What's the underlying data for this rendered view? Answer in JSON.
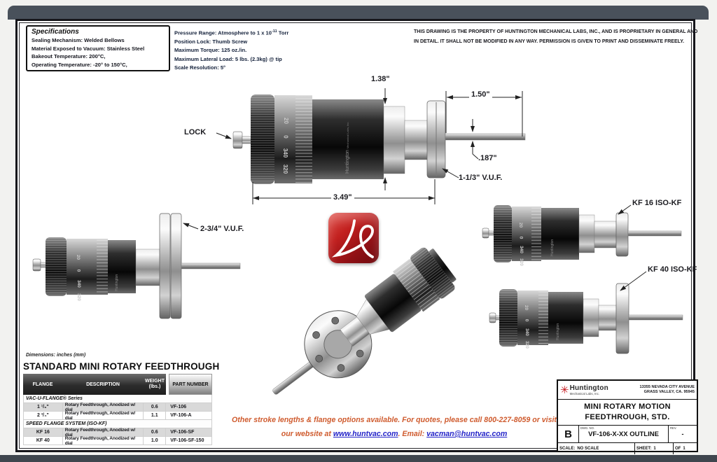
{
  "specs_box": {
    "title": "Specifications",
    "lines": [
      "Sealing Mechanism:  Welded Bellows",
      "Material Exposed to Vacuum:  Stainless Steel",
      "Bakeout Temperature:  200°C,",
      "Operating Temperature:  -20° to 150°C,"
    ]
  },
  "specs_mid": {
    "pressure_pre": "Pressure Range:  Atmosphere to 1 x 10",
    "pressure_sup": "-11",
    "pressure_post": " Torr",
    "lines": [
      "Position Lock:  Thumb Screw",
      "Maximum Torque:  125 oz./in.",
      "Maximum Lateral Load:  5 lbs. (2.3kg) @ tip",
      "Scale Resolution:  5°"
    ]
  },
  "notice": {
    "line1": "THIS DRAWING IS THE PROPERTY OF HUNTINGTON MECHANICAL LABS, INC., AND IS PROPRIETARY IN GENERAL AND",
    "line2": "IN DETAIL.  IT SHALL NOT BE MODIFIED IN ANY WAY.  PERMISSION IS GIVEN TO PRINT AND DISSEMINATE FREELY."
  },
  "annotations": {
    "lock": "LOCK",
    "dim_height": "1.38\"",
    "dim_stroke": "1.50\"",
    "dim_shaft": ".187\"",
    "dim_length": "3.49\"",
    "vuf_small": "1-1/3\" V.U.F.",
    "vuf_large": "2-3/4\" V.U.F.",
    "kf16": "KF 16  ISO-KF",
    "kf40": "KF 40 ISO-KF"
  },
  "device": {
    "dial_numbers": [
      "20",
      "0",
      "340",
      "320"
    ],
    "brand_line1": "Huntington",
    "brand_line2": "Mechanical Labs, Inc."
  },
  "table": {
    "dims_note": "Dimensions:  inches (mm)",
    "title": "STANDARD MINI ROTARY FEEDTHROUGH",
    "headers": {
      "flange": "FLANGE",
      "description": "DESCRIPTION",
      "weight1": "WEIGHT",
      "weight2": "(lbs.)",
      "part": "PART  NUMBER"
    },
    "section1": "VAC-U-FLANGE® Series",
    "rows1": [
      {
        "flange": "1 ¹/₃\"",
        "desc": "Rotary Feedthrough, Anodized  w/ dial",
        "weight": "0.6",
        "part": "VF-106"
      },
      {
        "flange": "2 ³/₄\"",
        "desc": "Rotary Feedthrough, Anodized  w/ dial",
        "weight": "1.1",
        "part": "VF-106-A"
      }
    ],
    "section2": "SPEED FLANGE SYSTEM (ISO-KF)",
    "rows2": [
      {
        "flange": "KF 16",
        "desc": "Rotary Feedthrough, Anodized  w/ dial",
        "weight": "0.6",
        "part": "VF-106-SF"
      },
      {
        "flange": "KF 40",
        "desc": "Rotary Feedthrough, Anodized  w/ dial",
        "weight": "1.0",
        "part": "VF-106-SF-150"
      }
    ]
  },
  "promo": {
    "line1": "Other stroke lengths & flange options available.  For quotes, please call 800-227-8059 or visit",
    "line2_pre": "our website at ",
    "link_web": "www.huntvac.com",
    "line2_mid": ".  Email: ",
    "link_email": "vacman@huntvac.com"
  },
  "titleblock": {
    "star": "✳",
    "brand": "Huntington",
    "brand_sub": "Mechanical Labs, Inc.",
    "addr1": "13355 NEVADA CITY AVENUE",
    "addr2": "GRASS VALLEY, CA. 95945",
    "title_line1": "MINI ROTARY MOTION",
    "title_line2": "FEEDTHROUGH, STD.",
    "size": "B",
    "dwg_label": "DWG. NO.",
    "dwg_no": "VF-106-X-XX  OUTLINE",
    "rev_label": "REV.",
    "rev_value": "-",
    "scale_label": "SCALE:",
    "scale_value": "NO SCALE",
    "sheet_label": "SHEET:",
    "sheet_value": "1",
    "of_label": "OF",
    "of_value": "1"
  },
  "icons": {
    "pdf": "adobe-acrobat-swirl",
    "brand_star": "huntington-star"
  },
  "colors": {
    "promo_orange": "#cf5b2e",
    "link_blue": "#2323c8",
    "logo_red": "#c4161c",
    "pdf_red": "#a61218",
    "bar_dark": "#49515b"
  }
}
